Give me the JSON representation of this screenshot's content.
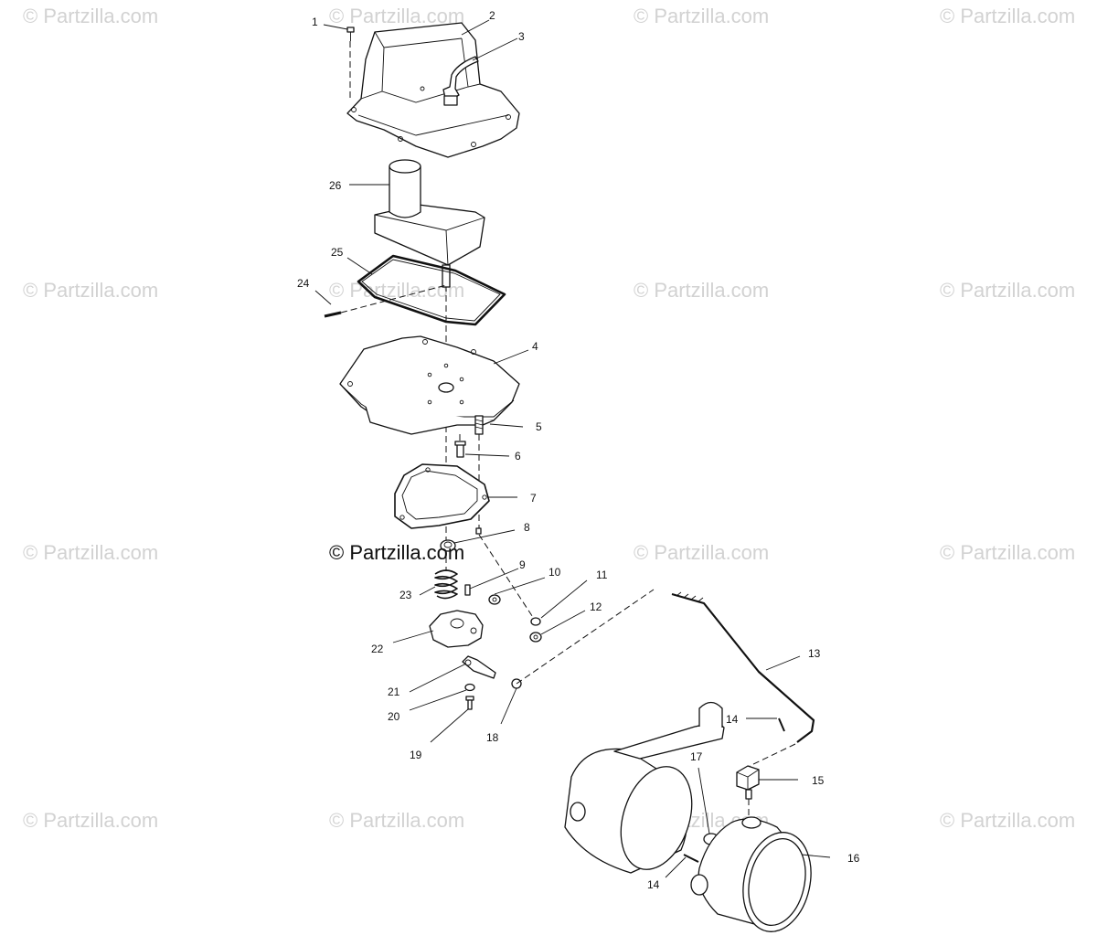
{
  "watermarks": [
    "© Partzilla.com",
    "© Partzilla.com",
    "© Partzilla.com",
    "© Partzilla.com",
    "© Partzilla.com",
    "© Partzilla.com",
    "© Partzilla.com",
    "© Partzilla.com",
    "© Partzilla.com",
    "© Partzilla.com",
    "© Partzilla.com",
    "© Partzilla.com",
    "© Partzilla.com",
    "© Partzilla.com",
    "© Partzilla.com",
    "© Partzilla.com"
  ],
  "main_watermark": "© Partzilla.com",
  "callouts": {
    "c1": "1",
    "c2": "2",
    "c3": "3",
    "c4": "4",
    "c5": "5",
    "c6": "6",
    "c7": "7",
    "c8": "8",
    "c9": "9",
    "c10": "10",
    "c11": "11",
    "c12": "12",
    "c13": "13",
    "c14a": "14",
    "c14b": "14",
    "c15": "15",
    "c16": "16",
    "c17": "17",
    "c18": "18",
    "c19": "19",
    "c20": "20",
    "c21": "21",
    "c22": "22",
    "c23": "23",
    "c24": "24",
    "c25": "25",
    "c26": "26"
  },
  "colors": {
    "line": "#111111",
    "watermark": "#d2d2d2",
    "background": "#ffffff"
  }
}
